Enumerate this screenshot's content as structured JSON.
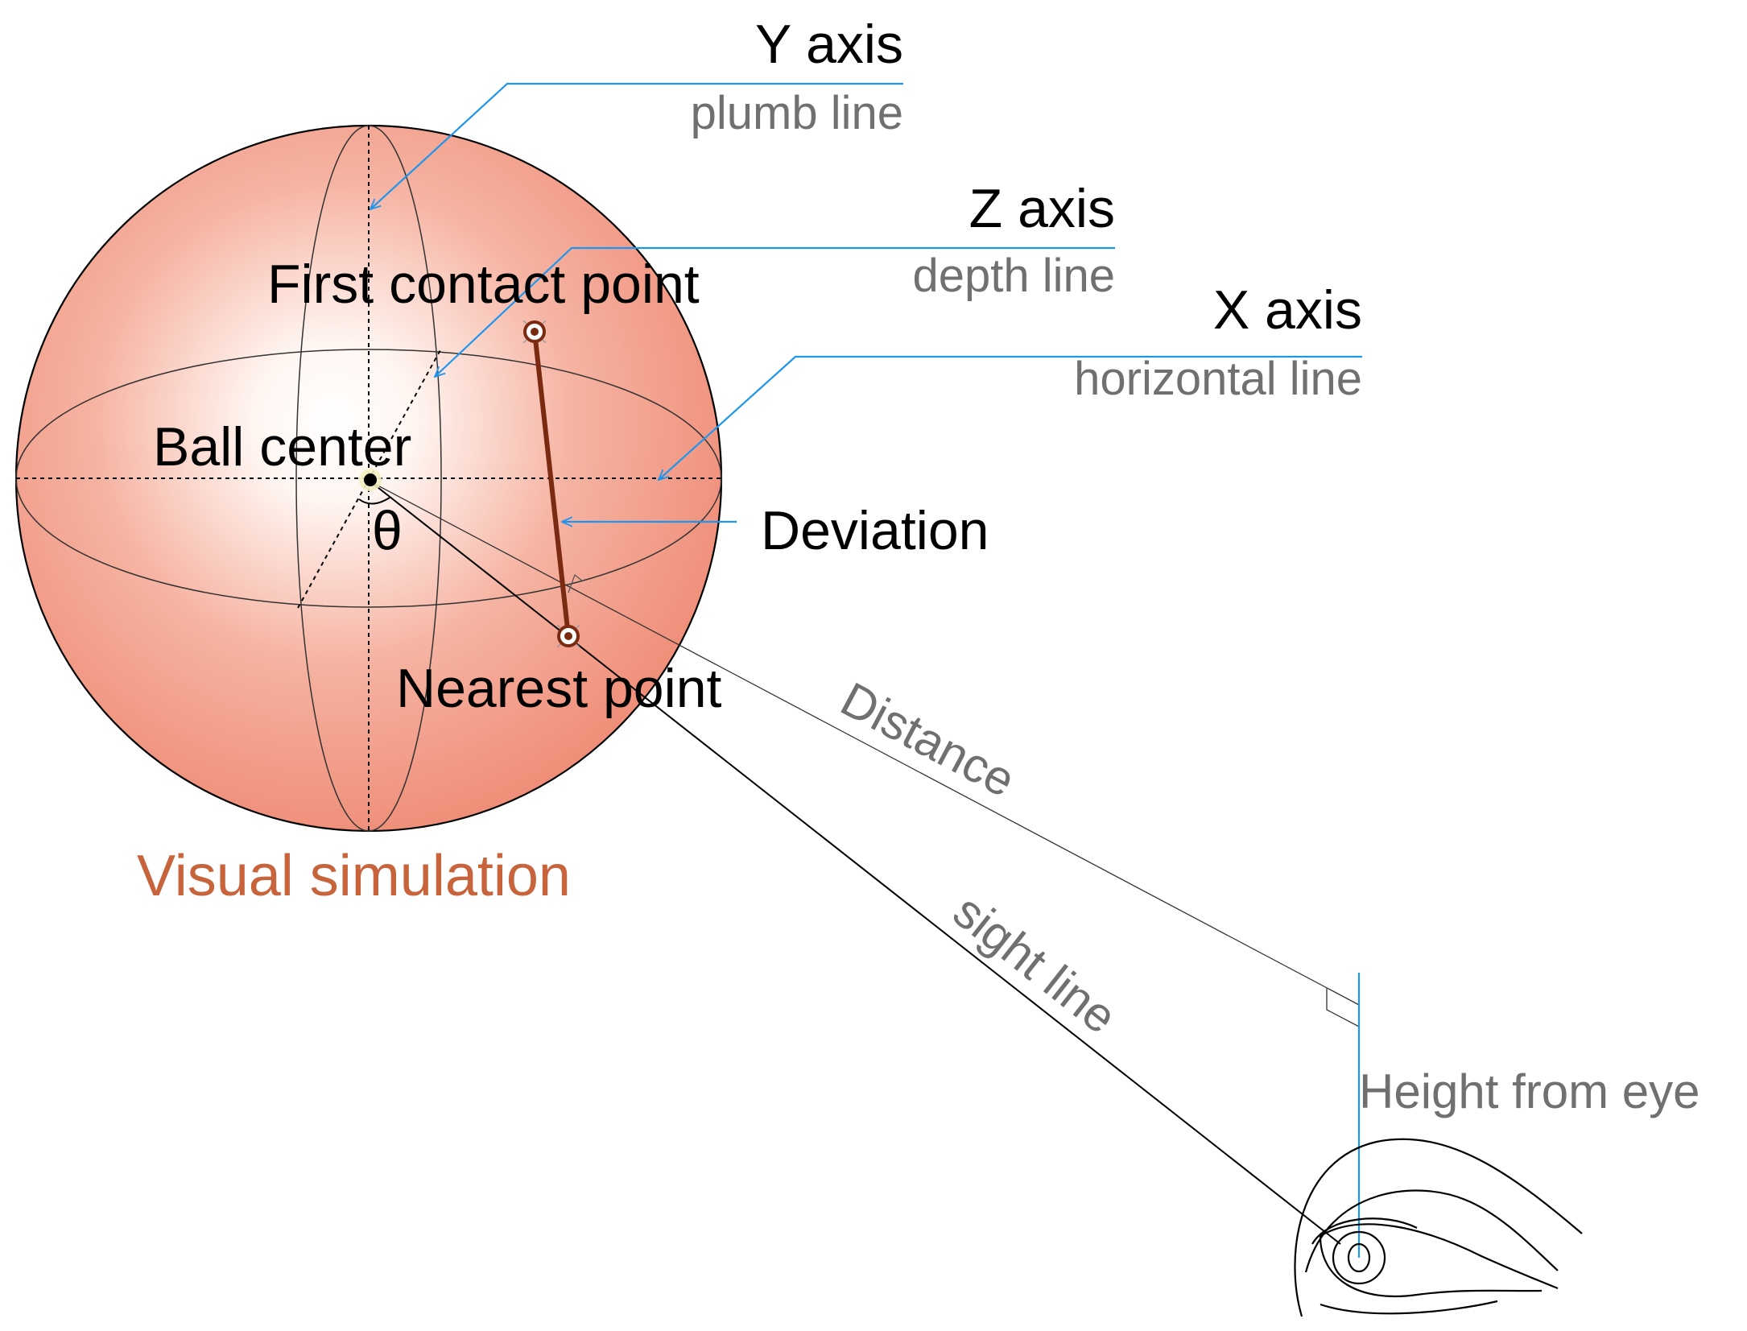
{
  "diagram": {
    "labels": {
      "y_axis": "Y axis",
      "plumb_line": "plumb line",
      "z_axis": "Z axis",
      "depth_line": "depth line",
      "x_axis": "X axis",
      "horizontal_line": "horizontal line",
      "first_contact_point": "First contact point",
      "ball_center": "Ball center",
      "theta": "θ",
      "deviation": "Deviation",
      "nearest_point": "Nearest point",
      "distance": "Distance",
      "sight_line": "sight line",
      "height_from_eye": "Height from eye",
      "visual_simulation": "Visual simulation"
    },
    "colors": {
      "sphere_edge": "#ee8a74",
      "sphere_center": "#ffffff",
      "pointer_blue": "#1e96ee",
      "deviation_line": "#7a2a10",
      "title_orange": "#c8643c",
      "grey_text": "#707070"
    },
    "icons": {
      "eye": "eye-icon",
      "contact_marker": "contact-point-marker",
      "center_marker": "ball-center-marker"
    }
  }
}
